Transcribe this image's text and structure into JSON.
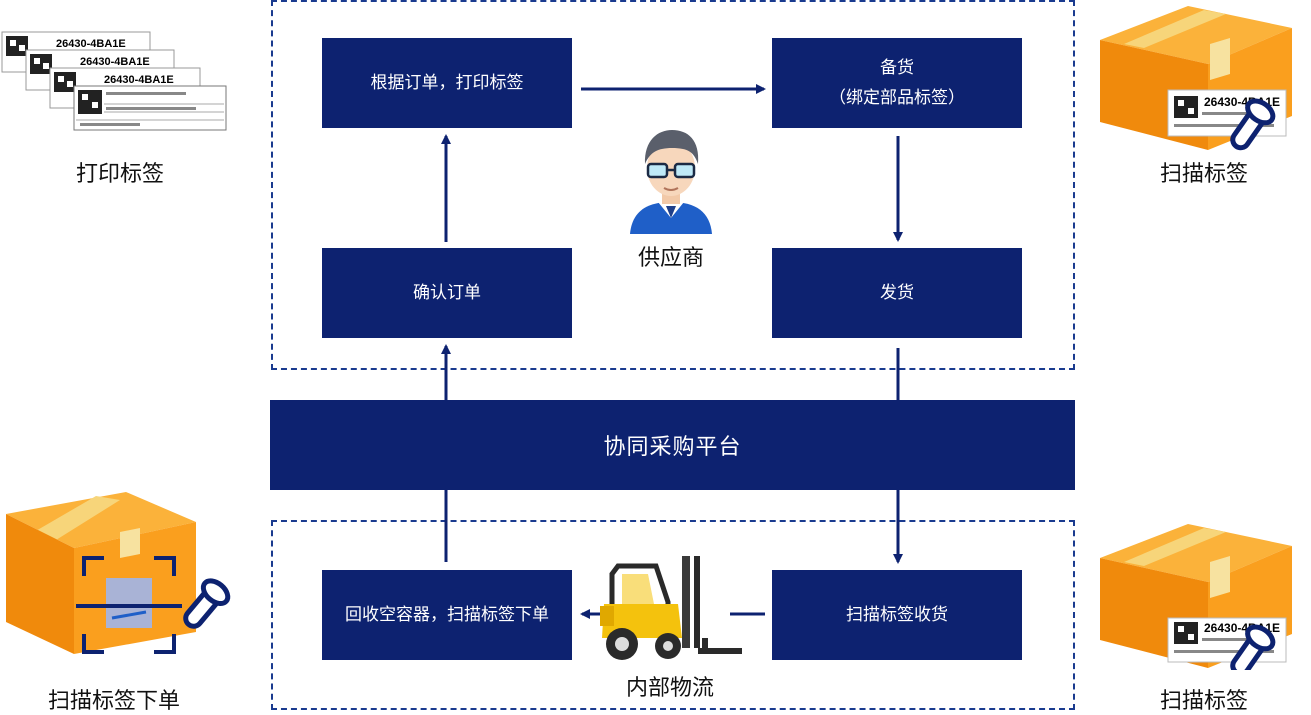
{
  "supplier": {
    "print_order_label": "根据订单，打印标签",
    "stock_title": "备货",
    "stock_sub": "（绑定部品标签）",
    "confirm_order": "确认订单",
    "ship": "发货",
    "role_label": "供应商"
  },
  "platform": {
    "label": "协同采购平台"
  },
  "internal": {
    "recycle_label": "回收空容器，扫描标签下单",
    "receive_label": "扫描标签收货",
    "logistics_label": "内部物流"
  },
  "side_captions": {
    "print_labels": "打印标签",
    "scan_label_top": "扫描标签",
    "scan_order": "扫描标签下单",
    "scan_label_bottom": "扫描标签"
  },
  "label_code": "26430-4BA1E",
  "colors": {
    "navy": "#0d2270",
    "orange": "#f59a12",
    "dark_orange": "#e07d08"
  }
}
